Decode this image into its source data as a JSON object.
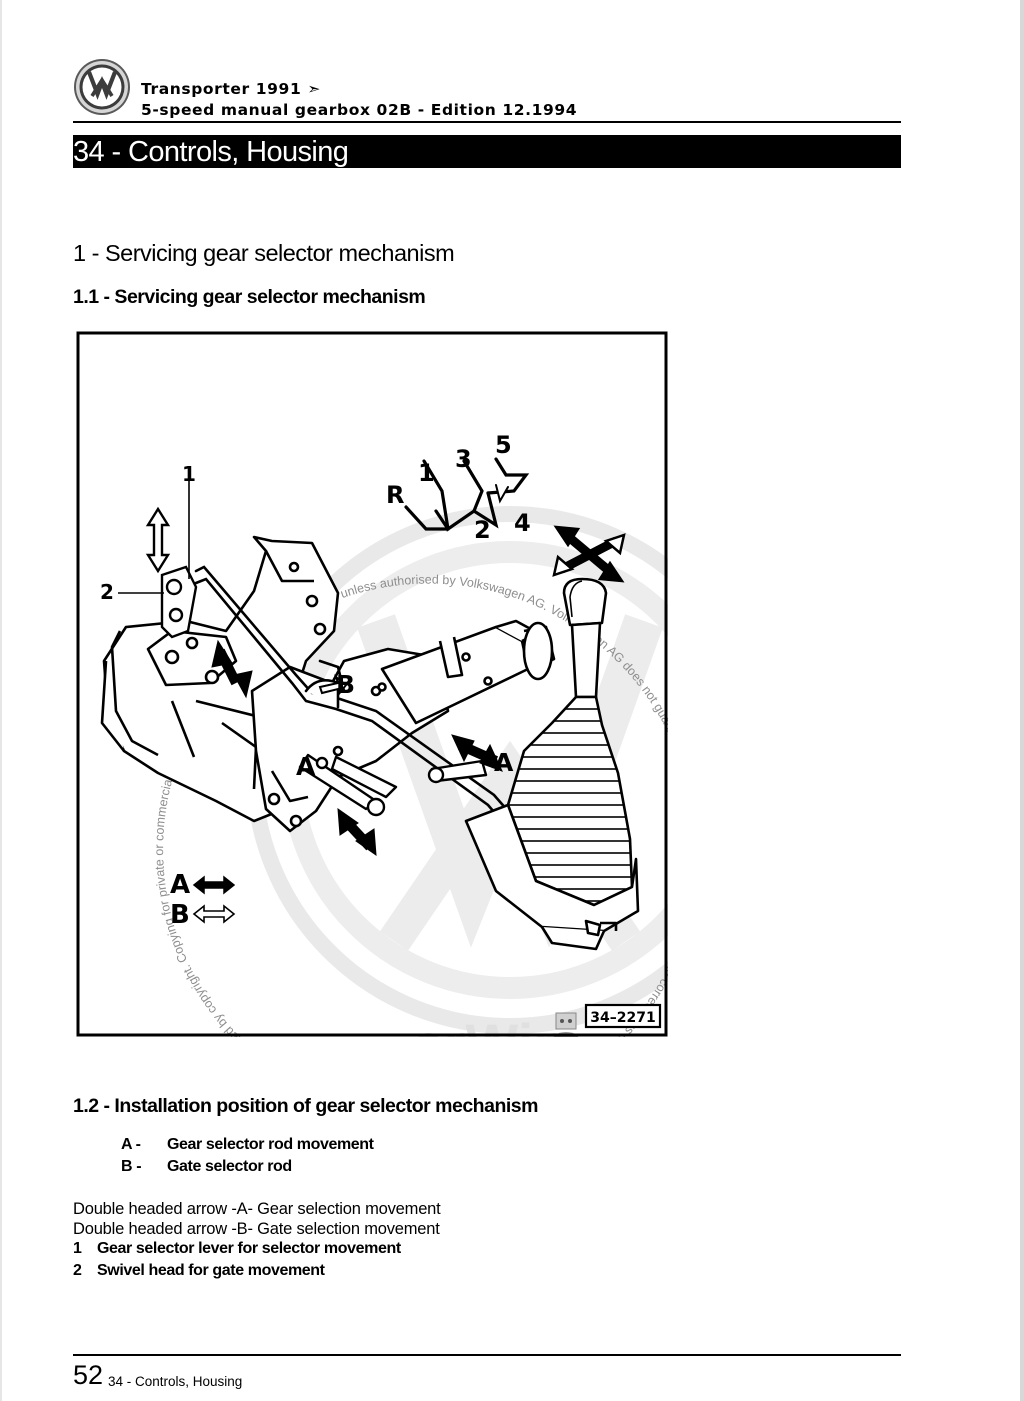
{
  "header": {
    "model": "Transporter 1991",
    "arrow": "➣",
    "subtitle": "5-speed manual gearbox 02B - Edition 12.1994"
  },
  "chapter": {
    "title": "34 - Controls, Housing"
  },
  "section": {
    "title": "1 - Servicing gear selector mechanism"
  },
  "subsection1": {
    "title": "1.1 - Servicing gear selector mechanism"
  },
  "figure": {
    "ref": "34–2271",
    "shift_pattern": [
      "R",
      "1",
      "2",
      "3",
      "4",
      "5"
    ],
    "callouts": [
      "1",
      "2",
      "A",
      "B"
    ],
    "key": [
      "A",
      "B"
    ],
    "watermark": {
      "text": "Protected by copyright. Copying for private or commercial purposes, in part or in whole, is not permitted unless authorised by Volkswagen AG. Volkswagen AG does not guarantee or accept any liability with respect to the correctness of information in this document. Copyright by Volkswagen AG.",
      "brand": "erWin"
    }
  },
  "subsection2": {
    "title": "1.2 - Installation position of gear selector mechanism"
  },
  "legend": [
    {
      "key": "A -",
      "text": "Gear selector rod movement"
    },
    {
      "key": "B -",
      "text": "Gate selector rod"
    }
  ],
  "notes": [
    "Double headed arrow -A- Gear selection movement",
    "Double headed arrow -B- Gate selection movement"
  ],
  "items": [
    {
      "num": "1",
      "text": "Gear selector lever for selector movement"
    },
    {
      "num": "2",
      "text": "Swivel head for gate movement"
    }
  ],
  "footer": {
    "page": "52",
    "section": "34 - Controls, Housing"
  },
  "colors": {
    "banner": "#000000",
    "watermark": "#e6e6e6"
  }
}
